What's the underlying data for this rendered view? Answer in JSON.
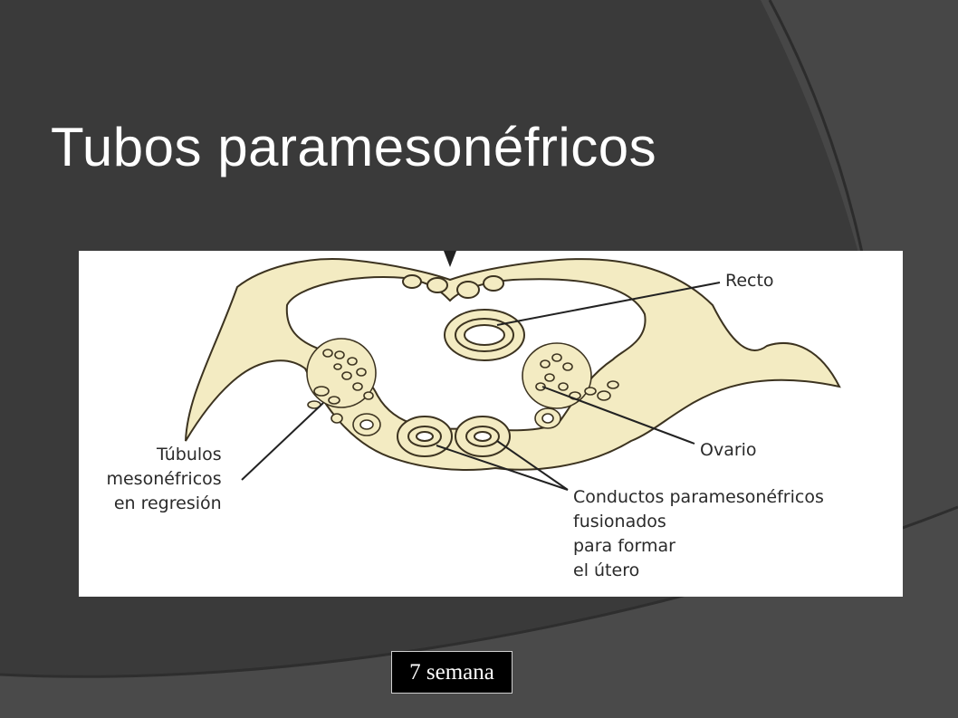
{
  "slide": {
    "title": "Tubos paramesonéfricos",
    "caption": "7 semana"
  },
  "diagram": {
    "labels": {
      "recto": "Recto",
      "ovario": "Ovario",
      "tubulos": [
        "Túbulos",
        "mesonéfricos",
        "en regresión"
      ],
      "conductos": [
        "Conductos paramesonéfricos",
        "fusionados",
        "para formar",
        "el útero"
      ]
    },
    "colors": {
      "tissue": "#f3ebc2",
      "outline": "#3c3320",
      "background": "#ffffff"
    }
  }
}
